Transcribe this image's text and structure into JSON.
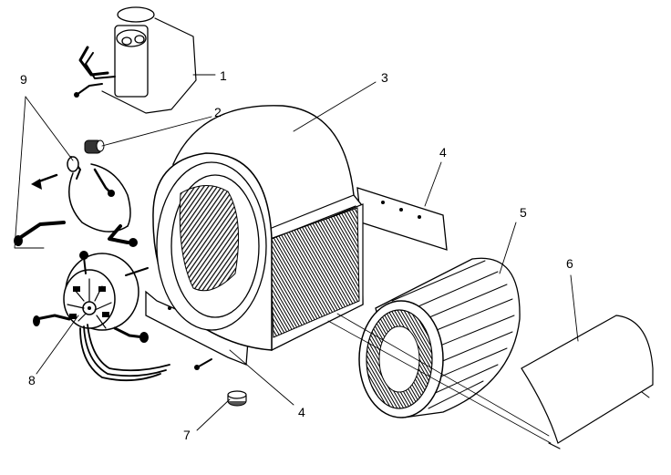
{
  "diagram": {
    "callouts": [
      {
        "label": "1"
      },
      {
        "label": "2"
      },
      {
        "label": "3"
      },
      {
        "label": "4"
      },
      {
        "label": "5"
      },
      {
        "label": "6"
      },
      {
        "label": "4"
      },
      {
        "label": "7"
      },
      {
        "label": "8"
      },
      {
        "label": "9"
      }
    ]
  }
}
